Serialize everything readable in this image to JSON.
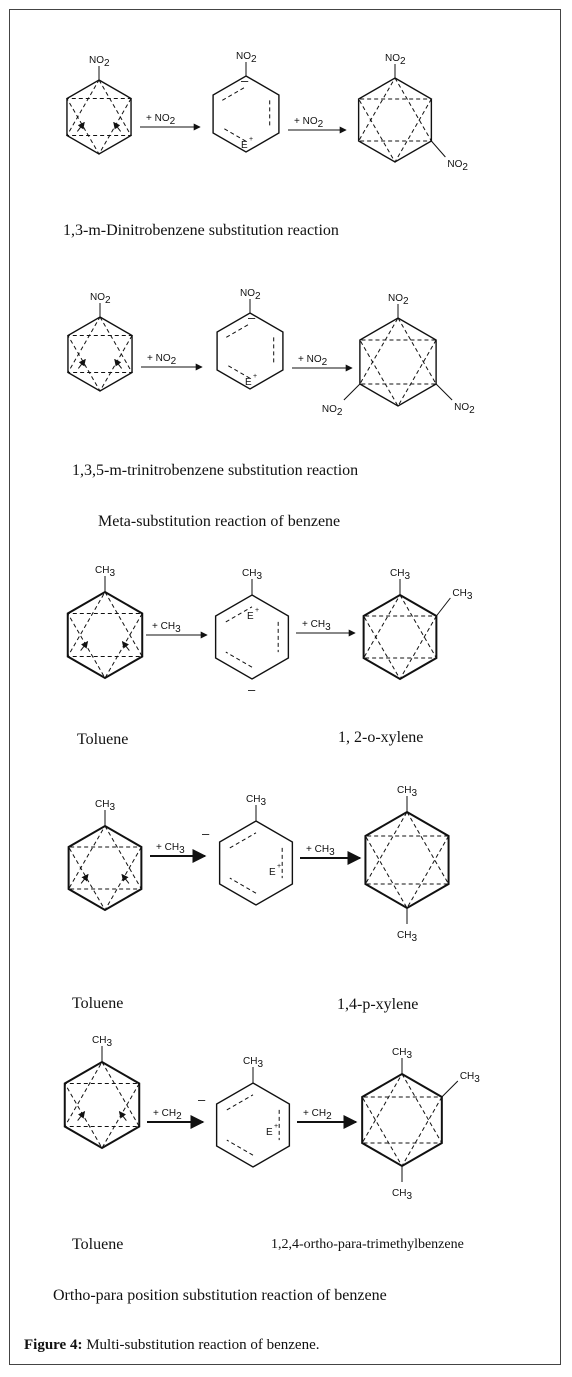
{
  "captions": {
    "dinitro": "1,3-m-Dinitrobenzene substitution reaction",
    "trinitro": "1,3,5-m-trinitrobenzene substitution reaction",
    "meta_title": "Meta-substitution reaction of benzene",
    "toluene_1": "Toluene",
    "o_xylene": "1, 2-o-xylene",
    "toluene_2": "Toluene",
    "p_xylene": "1,4-p-xylene",
    "toluene_3": "Toluene",
    "trimethyl": "1,2,4-ortho-para-trimethylbenzene",
    "ortho_para_title": "Ortho-para position substitution reaction of benzene"
  },
  "figure": {
    "label": "Figure 4:",
    "text": "Multi-substitution reaction of benzene."
  },
  "labels": {
    "no2": "NO",
    "no2_sub": "2",
    "ch3": "CH",
    "ch3_sub": "3",
    "reagent_no2": "+ NO",
    "reagent_no2_sub": "2",
    "reagent_ch3": "+ CH",
    "reagent_ch3_sub": "3",
    "reagent_ch2_sub": "2",
    "electrophile": "E",
    "plus": "+",
    "minus": "–"
  }
}
